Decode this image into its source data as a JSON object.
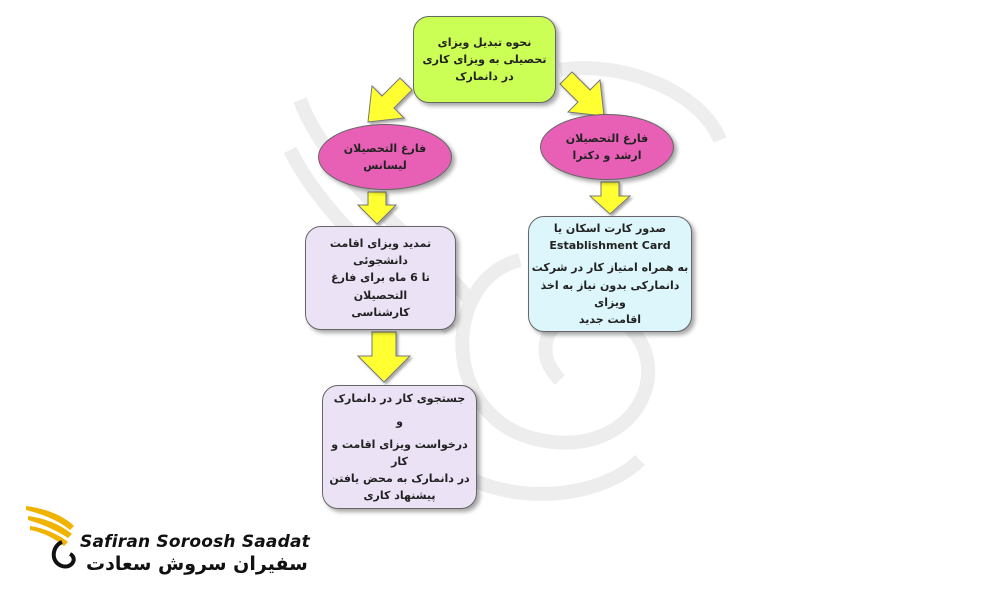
{
  "colors": {
    "root_fill": "#ccff55",
    "ellipse_fill": "#e860b6",
    "left_box_fill": "#ece2f6",
    "right_box_fill": "#dcf6fb",
    "arrow_fill": "#ffff33",
    "logo_gold": "#f0b400"
  },
  "root": {
    "lines": [
      "نحوه تبدیل ویزای",
      "تحصیلی به ویزای کاری",
      "در دانمارک"
    ]
  },
  "left_ellipse": {
    "lines": [
      "فارغ التحصیلان",
      "لیسانس"
    ]
  },
  "right_ellipse": {
    "lines": [
      "فارغ التحصیلان",
      "ارشد و دکترا"
    ]
  },
  "left_box": {
    "lines": [
      "تمدید ویزای اقامت دانشجوئی",
      "تا 6 ماه برای فارغ التحصیلان",
      "کارشناسی"
    ]
  },
  "right_box": {
    "lines": [
      "صدور کارت اسکان یا",
      "Establishment Card",
      "به همراه امتیاز کار در شرکت",
      "دانمارکی بدون نیاز به اخذ ویزای",
      "اقامت جدید"
    ]
  },
  "bottom_box": {
    "lines": [
      "جستجوی کار در دانمارک",
      "و",
      "درخواست ویزای اقامت و کار",
      "در دانمارک به محض یافتن",
      "پیشنهاد کاری"
    ]
  },
  "logo": {
    "english": "Safiran Soroosh Saadat",
    "persian": "سفیران سروش سعادت"
  }
}
